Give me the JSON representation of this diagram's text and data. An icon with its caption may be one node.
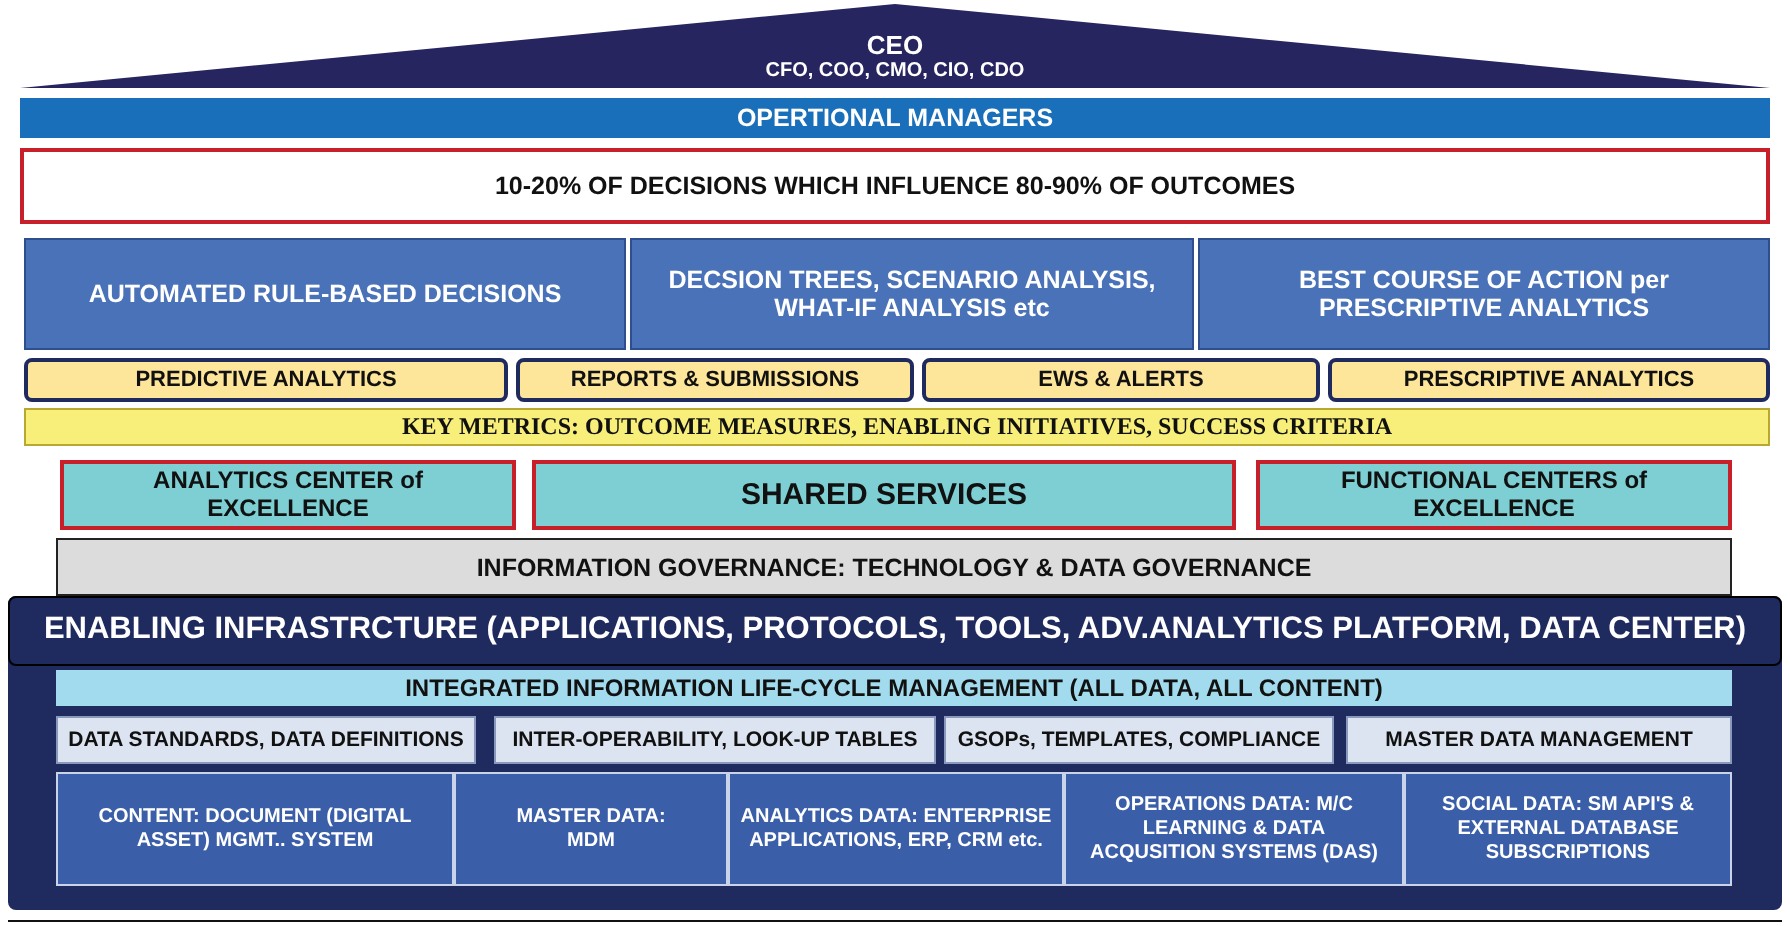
{
  "diagram": {
    "nodes": [
      {
        "text": [
          "CEO",
          "CFO, COO, CMO, CIO, CDO"
        ]
      },
      {
        "text": [
          "OPERTIONAL MANAGERS"
        ]
      },
      {
        "text": [
          "10-20% OF DECISIONS WHICH INFLUENCE 80-90% OF OUTCOMES"
        ]
      },
      {
        "text": [
          "AUTOMATED RULE-BASED DECISIONS"
        ]
      },
      {
        "text": [
          "DECSION TREES, SCENARIO ANALYSIS, WHAT-IF ANALYSIS etc"
        ]
      },
      {
        "text": [
          "BEST COURSE OF ACTION per PRESCRIPTIVE ANALYTICS"
        ]
      },
      {
        "text": [
          "PREDICTIVE ANALYTICS"
        ]
      },
      {
        "text": [
          "REPORTS & SUBMISSIONS"
        ]
      },
      {
        "text": [
          "EWS & ALERTS"
        ]
      },
      {
        "text": [
          "PRESCRIPTIVE ANALYTICS"
        ]
      },
      {
        "text": [
          "KEY METRICS: OUTCOME MEASURES, ENABLING INITIATIVES, SUCCESS CRITERIA"
        ]
      },
      {
        "text": [
          "ANALYTICS CENTER of EXCELLENCE"
        ]
      },
      {
        "text": [
          "SHARED SERVICES"
        ]
      },
      {
        "text": [
          "FUNCTIONAL CENTERS of EXCELLENCE"
        ]
      },
      {
        "text": [
          "INFORMATION GOVERNANCE: TECHNOLOGY & DATA GOVERNANCE"
        ]
      },
      {
        "text": [
          "ENABLING INFRASTRCTURE  (APPLICATIONS, PROTOCOLS, TOOLS, ADV.ANALYTICS PLATFORM, DATA CENTER)"
        ]
      },
      {
        "text": [
          "INTEGRATED INFORMATION LIFE-CYCLE MANAGEMENT (ALL DATA, ALL CONTENT)"
        ],
        "in": 15
      },
      {
        "text": [
          "DATA STANDARDS, DATA DEFINITIONS"
        ],
        "in": 15
      },
      {
        "text": [
          "INTER-OPERABILITY, LOOK-UP TABLES"
        ],
        "in": 15
      },
      {
        "text": [
          "GSOPs, TEMPLATES, COMPLIANCE"
        ],
        "in": 15
      },
      {
        "text": [
          "MASTER DATA MANAGEMENT"
        ],
        "in": 15
      },
      {
        "text": [
          "CONTENT: DOCUMENT (DIGITAL ASSET) MGMT.. SYSTEM"
        ],
        "in": 15
      },
      {
        "text": [
          "MASTER DATA: MDM"
        ],
        "in": 15
      },
      {
        "text": [
          "ANALYTICS DATA: ENTERPRISE APPLICATIONS, ERP, CRM etc."
        ],
        "in": 15
      },
      {
        "text": [
          "OPERATIONS DATA: M/C LEARNING & DATA ACQUSITION SYSTEMS (DAS)"
        ],
        "in": 15
      },
      {
        "text": [
          "SOCIAL DATA: SM API'S & EXTERNAL DATABASE SUBSCRIPTIONS"
        ],
        "in": 15
      }
    ]
  }
}
